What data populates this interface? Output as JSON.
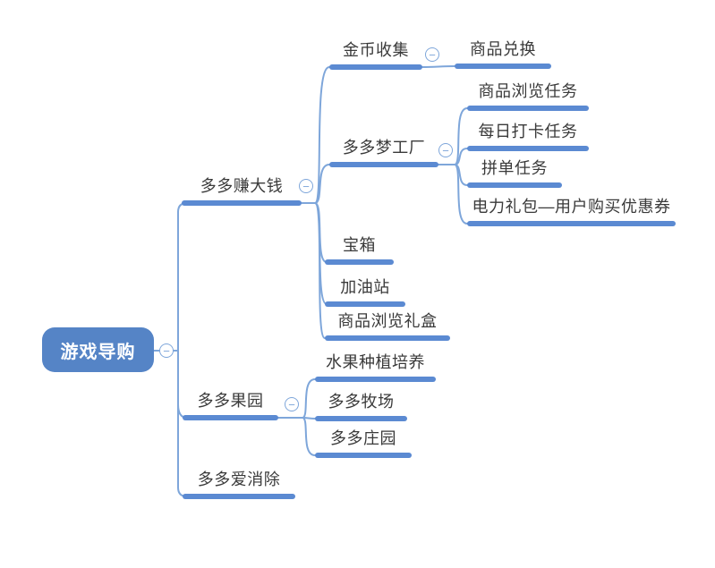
{
  "colors": {
    "bar": "#5b8ad2",
    "line": "#7ea6da",
    "root_fill": "#5584c6",
    "text": "#3a3a3a",
    "canvas": "#ffffff"
  },
  "icons": {
    "collapse": "−"
  },
  "mindmap": {
    "root": {
      "label": "游戏导购"
    },
    "branches": [
      {
        "label": "多多赚大钱",
        "children": [
          {
            "label": "金币收集",
            "children": [
              {
                "label": "商品兑换"
              }
            ]
          },
          {
            "label": "多多梦工厂",
            "children": [
              {
                "label": "商品浏览任务"
              },
              {
                "label": "每日打卡任务"
              },
              {
                "label": "拼单任务"
              },
              {
                "label": "电力礼包—用户购买优惠券"
              }
            ]
          },
          {
            "label": "宝箱"
          },
          {
            "label": "加油站"
          },
          {
            "label": "商品浏览礼盒"
          }
        ]
      },
      {
        "label": "多多果园",
        "children": [
          {
            "label": "水果种植培养"
          },
          {
            "label": "多多牧场"
          },
          {
            "label": "多多庄园"
          }
        ]
      },
      {
        "label": "多多爱消除"
      }
    ]
  }
}
